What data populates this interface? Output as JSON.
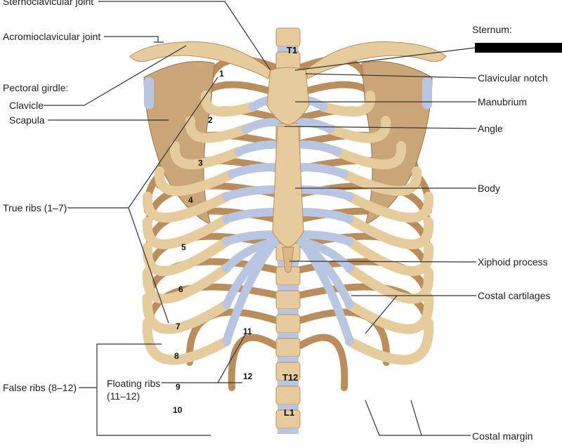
{
  "title": "Thoracic cage and pectoral girdle, anterior view",
  "labels_left": {
    "sternoclavicular": "Sternoclavicular joint",
    "acromioclavicular": "Acromioclavicular joint",
    "pectoral_girdle": "Pectoral girdle:",
    "clavicle": "Clavicle",
    "scapula": "Scapula",
    "true_ribs": "True ribs (1–7)",
    "false_ribs": "False ribs (8–12)",
    "floating_ribs_1": "Floating ribs",
    "floating_ribs_2": "(11–12)"
  },
  "labels_right": {
    "sternum": "Sternum:",
    "clavicular_notch": "Clavicular notch",
    "manubrium": "Manubrium",
    "angle": "Angle",
    "body": "Body",
    "xiphoid": "Xiphoid process",
    "costal_cartilages": "Costal cartilages",
    "costal_margin": "Costal margin"
  },
  "rib_numbers": [
    "1",
    "2",
    "3",
    "4",
    "5",
    "6",
    "7",
    "8",
    "9",
    "10",
    "11",
    "12"
  ],
  "vertebrae": {
    "t1": "T1",
    "t12": "T12",
    "l1": "L1"
  },
  "colors": {
    "bone": "#e6cc9c",
    "bone_dark": "#b98e5c",
    "cartilage": "#b8c6e2",
    "line": "#333333"
  }
}
